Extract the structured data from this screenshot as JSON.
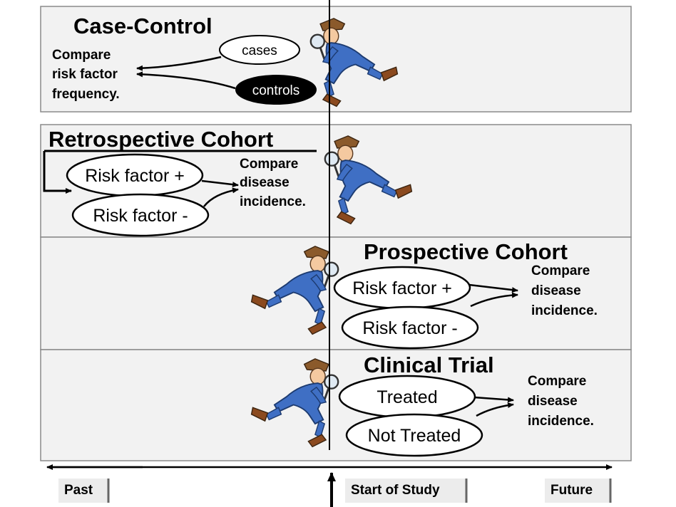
{
  "colors": {
    "panel_bg": "#f2f2f2",
    "panel_border": "#8a8a8a",
    "accent_suit": "#3f6fc4",
    "hat": "#8b5a2b"
  },
  "case_control": {
    "title": "Case-Control",
    "note_lines": [
      "Compare",
      "risk factor",
      "frequency."
    ],
    "cases": "cases",
    "controls": "controls"
  },
  "retrospective": {
    "title": "Retrospective Cohort",
    "oval1": "Risk factor +",
    "oval2": "Risk factor -",
    "note_lines": [
      "Compare",
      "disease",
      "incidence."
    ]
  },
  "prospective": {
    "title": "Prospective Cohort",
    "oval1": "Risk factor +",
    "oval2": "Risk factor -",
    "note_lines": [
      "Compare",
      "disease",
      "incidence."
    ]
  },
  "clinical_trial": {
    "title": "Clinical Trial",
    "oval1": "Treated",
    "oval2": "Not Treated",
    "note_lines": [
      "Compare",
      "disease",
      "incidence."
    ]
  },
  "timeline": {
    "past": "Past",
    "start": "Start of Study",
    "future": "Future"
  }
}
